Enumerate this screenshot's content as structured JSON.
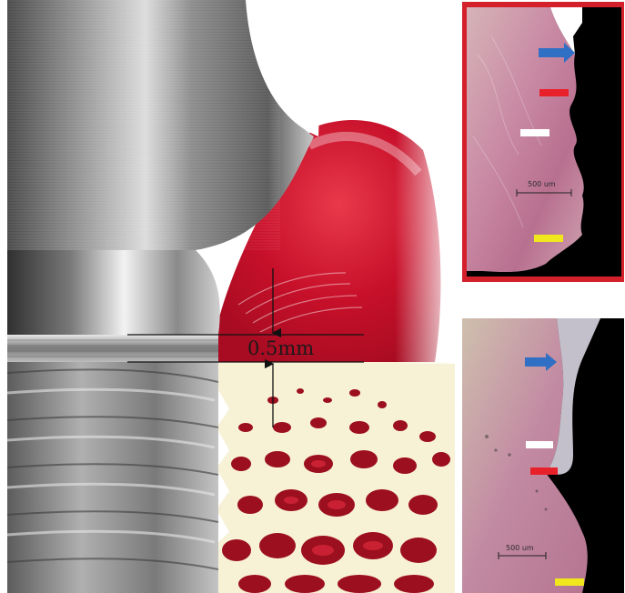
{
  "illustration": {
    "gap_label": "0.5mm"
  },
  "histology_top": {
    "scale_label": "500 um",
    "frame_color": "#d4202a",
    "arrows": [
      {
        "name": "blue-arrow",
        "color": "#2f6fc4"
      },
      {
        "name": "red-arrow",
        "color": "#e8202a"
      },
      {
        "name": "white-arrow",
        "color": "#ffffff"
      },
      {
        "name": "yellow-arrow",
        "color": "#f0e81c"
      }
    ]
  },
  "histology_bottom": {
    "scale_label": "500 um",
    "arrows": [
      {
        "name": "blue-arrow",
        "color": "#2f6fc4"
      },
      {
        "name": "white-arrow",
        "color": "#ffffff"
      },
      {
        "name": "red-arrow",
        "color": "#e8202a"
      },
      {
        "name": "yellow-arrow",
        "color": "#f0e81c"
      }
    ]
  }
}
